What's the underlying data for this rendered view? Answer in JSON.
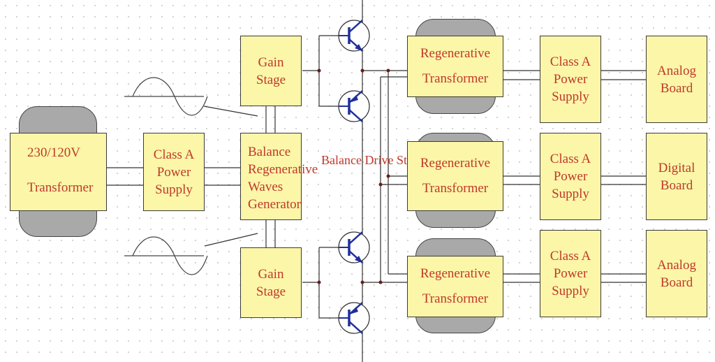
{
  "input_transformer": {
    "line1": "230/120V",
    "line2": "Transformer"
  },
  "class_a_main": {
    "line1": "Class A",
    "line2": "Power",
    "line3": "Supply"
  },
  "waves_generator": {
    "line1": "Balance",
    "line2": "Regenerative",
    "line3": "Waves",
    "line4": "Generator"
  },
  "gain_stage_top": {
    "line1": "Gain",
    "line2": "Stage"
  },
  "gain_stage_bottom": {
    "line1": "Gain",
    "line2": "Stage"
  },
  "balance_drive": {
    "line1": "Balance",
    "line2": "Drive",
    "line3": "Stage"
  },
  "channels": [
    {
      "transformer": {
        "line1": "Regenerative",
        "line2": "Transformer"
      },
      "supply": {
        "line1": "Class A",
        "line2": "Power",
        "line3": "Supply"
      },
      "board": {
        "line1": "Analog",
        "line2": "Board"
      }
    },
    {
      "transformer": {
        "line1": "Regenerative",
        "line2": "Transformer"
      },
      "supply": {
        "line1": "Class A",
        "line2": "Power",
        "line3": "Supply"
      },
      "board": {
        "line1": "Digital",
        "line2": "Board"
      }
    },
    {
      "transformer": {
        "line1": "Regenerative",
        "line2": "Transformer"
      },
      "supply": {
        "line1": "Class A",
        "line2": "Power",
        "line3": "Supply"
      },
      "board": {
        "line1": "Analog",
        "line2": "Board"
      }
    }
  ],
  "colors": {
    "box_fill": "#fbf6a8",
    "box_text": "#c0392b",
    "core": "#a9a9a9",
    "transistor": "#1f2f9a",
    "wire": "#333333"
  }
}
